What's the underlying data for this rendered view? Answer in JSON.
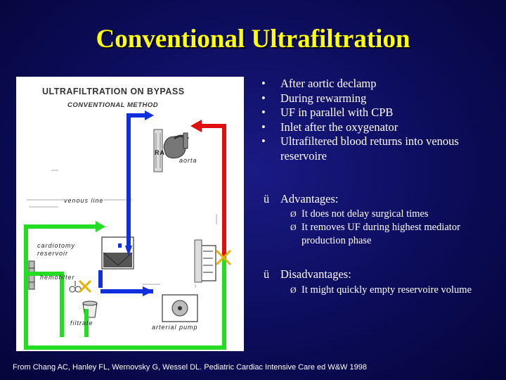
{
  "title": "Conventional Ultrafiltration",
  "diagram": {
    "title": "ULTRAFILTRATION ON BYPASS",
    "subtitle": "CONVENTIONAL METHOD",
    "labels": {
      "ra": "RA",
      "aorta": "aorta",
      "venous_line": "venous line",
      "cardiotomy": "cardiotomy",
      "reservoir": "reservoir",
      "hemofilter": "hemofilter",
      "filtrate": "filtrate",
      "arterial_pump": "arterial pump"
    },
    "line_colors": {
      "venous": "#1030e0",
      "arterial": "#e01010",
      "ultrafiltration": "#22dd22",
      "marker": "#e8b000"
    }
  },
  "bullets": [
    "After aortic declamp",
    "During rewarming",
    "UF in parallel with CPB",
    "Inlet after the oxygenator",
    "Ultrafiltered blood returns into venous reservoire"
  ],
  "advantages": {
    "heading": "Advantages:",
    "items": [
      "It does not delay surgical times",
      "It removes UF during highest mediator production phase"
    ]
  },
  "disadvantages": {
    "heading": "Disadvantages:",
    "items": [
      "It might quickly empty reservoire volume"
    ]
  },
  "symbols": {
    "bullet": "•",
    "check": "ü",
    "arrow": "Ø"
  },
  "citation": "From Chang AC, Hanley FL, Wernovsky G, Wessel DL. Pediatric Cardiac Intensive Care ed W&W 1998"
}
